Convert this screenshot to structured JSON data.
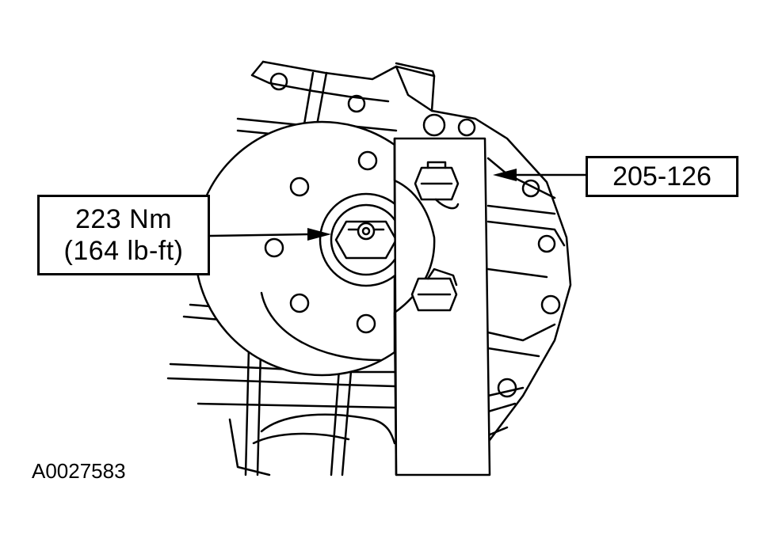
{
  "callouts": {
    "torque_nm": "223 Nm",
    "torque_lbft": "(164 lb-ft)",
    "tool_number": "205-126"
  },
  "figure_id": "A0027583",
  "colors": {
    "line": "#000000",
    "background": "#ffffff"
  }
}
